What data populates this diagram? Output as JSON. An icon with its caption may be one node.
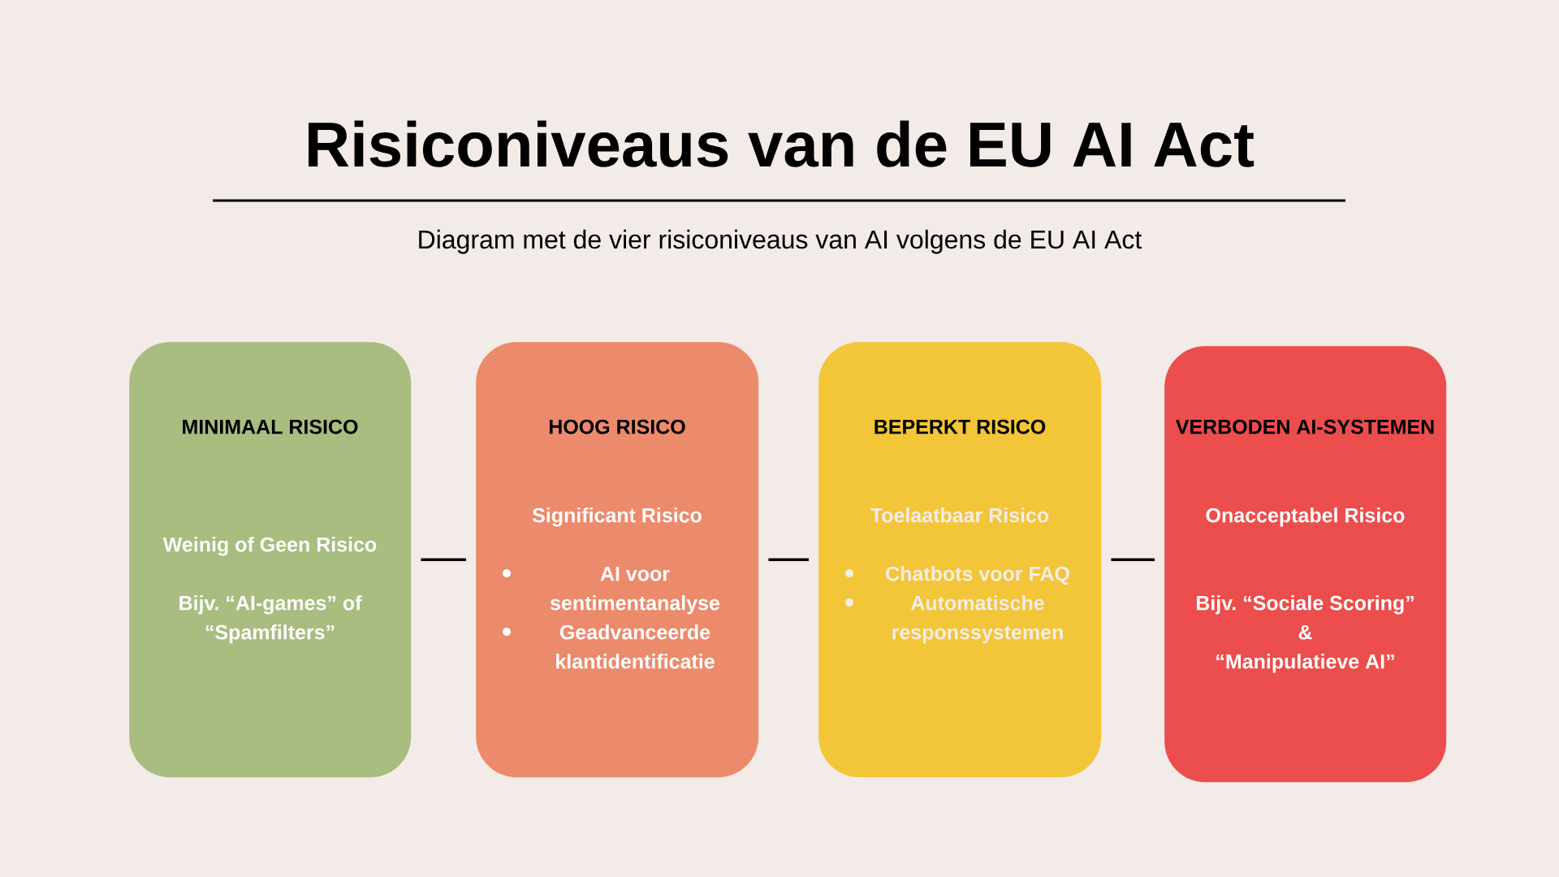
{
  "diagram": {
    "title": "Risiconiveaus van de EU AI Act",
    "caption": "Diagram met de vier risiconiveaus van AI volgens de EU AI Act",
    "nodes": [
      {
        "text": [
          "MINIMAAL RISICO",
          "Weinig of Geen Risico",
          "Bijv. “AI-games” of “Spamfilters”"
        ]
      },
      {
        "text": [
          "HOOG RISICO",
          "Significant Risico",
          "AI voor sentimentanalyse",
          "Geadvanceerde klantidentificatie"
        ]
      },
      {
        "text": [
          "BEPERKT RISICO",
          "Toelaatbaar Risico",
          "Chatbots voor FAQ",
          "Automatische responssystemen"
        ]
      },
      {
        "text": [
          "VERBODEN AI-SYSTEMEN",
          "Onacceptabel Risico",
          "Bijv. “Sociale Scoring”",
          "&",
          "“Manipulatieve AI”"
        ]
      }
    ],
    "edges": [
      {
        "from": 0,
        "to": 1,
        "arrow": "none"
      },
      {
        "from": 1,
        "to": 2,
        "arrow": "none"
      },
      {
        "from": 2,
        "to": 3,
        "arrow": "none"
      }
    ]
  }
}
